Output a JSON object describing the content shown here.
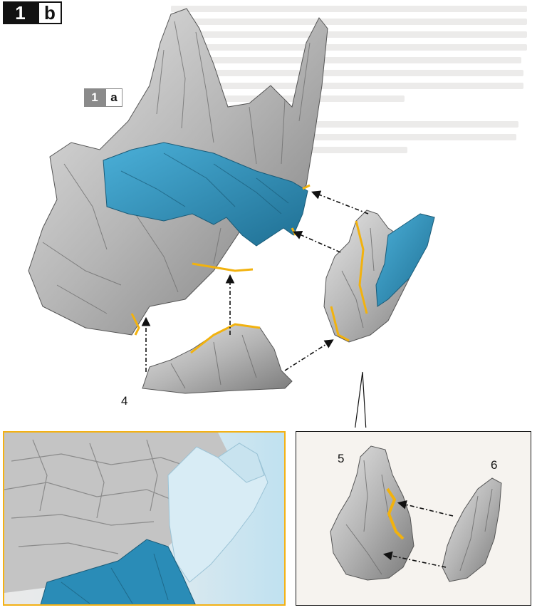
{
  "step_badges": {
    "main": {
      "number": "1",
      "letter": "b"
    },
    "reference": {
      "number": "1",
      "letter": "a"
    }
  },
  "callouts": {
    "part_4": "4",
    "part_5": "5",
    "part_6": "6"
  },
  "colors": {
    "rock_gray": "#b9b9b9",
    "rock_shadow": "#6d6d6d",
    "accent_blue": "#2f8fb9",
    "glue_yellow": "#f2b20e",
    "highlight_border": "#f3b114"
  }
}
